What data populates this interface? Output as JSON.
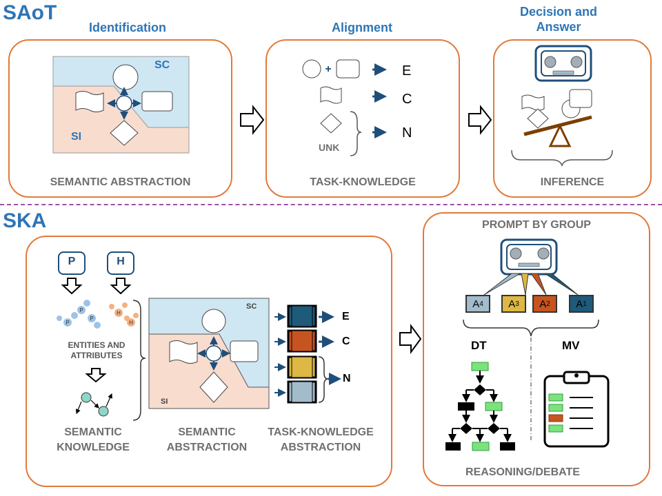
{
  "saot": {
    "title": "SAoT",
    "identification": {
      "heading": "Identification",
      "sc": "SC",
      "si": "SI",
      "caption": "SEMANTIC ABSTRACTION"
    },
    "alignment": {
      "heading": "Alignment",
      "e": "E",
      "c": "C",
      "n": "N",
      "unk": "UNK",
      "caption": "TASK-KNOWLEDGE"
    },
    "decision": {
      "heading_line1": "Decision and",
      "heading_line2": "Answer",
      "caption": "INFERENCE"
    }
  },
  "ska": {
    "title": "SKA",
    "p_label": "P",
    "h_label": "H",
    "entities_line1": "ENTITIES AND",
    "entities_line2": "ATTRIBUTES",
    "sc": "SC",
    "si": "SI",
    "e": "E",
    "c": "C",
    "n": "N",
    "caption_semantic_knowledge_1": "SEMANTIC",
    "caption_semantic_knowledge_2": "KNOWLEDGE",
    "caption_semantic_abstraction_1": "SEMANTIC",
    "caption_semantic_abstraction_2": "ABSTRACTION",
    "caption_task_knowledge_1": "TASK-KNOWLEDGE",
    "caption_task_knowledge_2": "ABSTRACTION"
  },
  "prompt": {
    "heading": "PROMPT BY GROUP",
    "agents": [
      {
        "base": "A",
        "sub": "4",
        "color": "#A3BCCB"
      },
      {
        "base": "A",
        "sub": "3",
        "color": "#DDB845"
      },
      {
        "base": "A",
        "sub": "2",
        "color": "#C65420"
      },
      {
        "base": "A",
        "sub": "1",
        "color": "#1E5A7A"
      }
    ],
    "dt": "DT",
    "mv": "MV",
    "caption": "REASONING/DEBATE"
  },
  "colors": {
    "accent": "#2E75B6",
    "border": "#E07A3A",
    "sc_region": "#CFE6F3",
    "si_region": "#F8DCCE",
    "e_color": "#1E5A7A",
    "c_color": "#C65420",
    "n_color1": "#DDB845",
    "n_color2": "#A3BCCB"
  }
}
